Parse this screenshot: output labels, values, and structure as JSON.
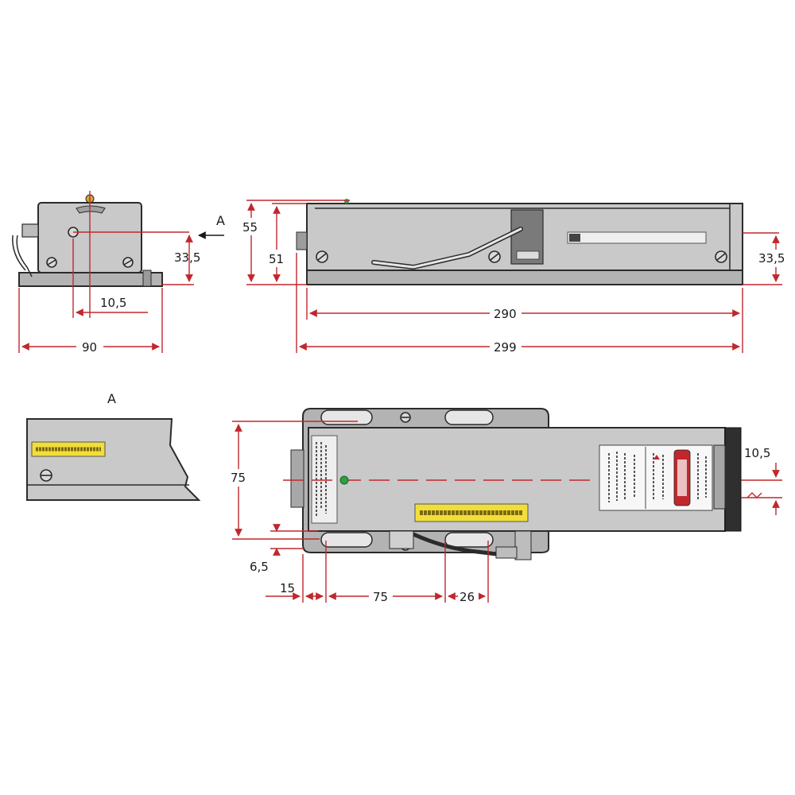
{
  "views": {
    "detail_label": "A",
    "arrow_label": "A"
  },
  "dimensions": {
    "front_width": "90",
    "front_offset": "10,5",
    "front_height": "33,5",
    "side_total_height": "55",
    "side_body_height": "51",
    "side_beam_height": "33,5",
    "side_inner_length": "290",
    "side_total_length": "299",
    "top_width": "75",
    "top_slot_offset": "6,5",
    "top_edge_offset": "15",
    "top_slot_spacing": "75",
    "top_slot_width": "26",
    "top_beam_offset": "10,5"
  },
  "colors": {
    "dimension_lines": "#c0282d",
    "housing": "#c9c9c9",
    "label_yellow": "#f2de3a",
    "beam_aperture_led": "#2ea043"
  }
}
